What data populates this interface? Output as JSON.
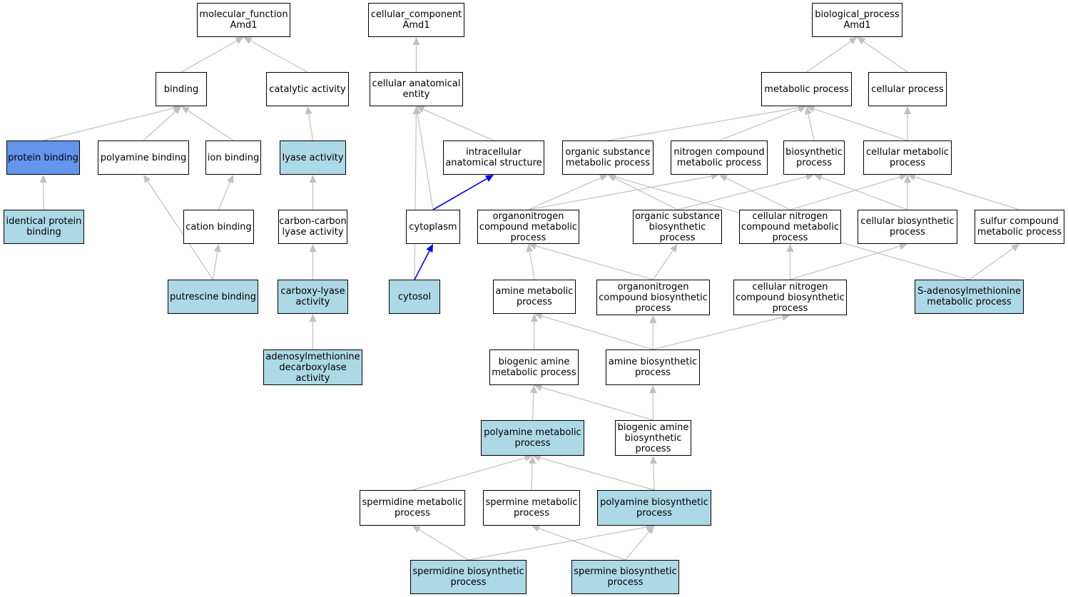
{
  "colors": {
    "plain": "#ffffff",
    "annotated": "#add8e6",
    "highlight": "#6495ed",
    "edge_default": "#c0c0c0",
    "edge_part_of": "#0000ff"
  },
  "nodes": [
    {
      "id": "mf_root",
      "label": "molecular_function\nAmd1",
      "fill": "plain"
    },
    {
      "id": "binding",
      "label": "binding",
      "fill": "plain"
    },
    {
      "id": "catalytic",
      "label": "catalytic activity",
      "fill": "plain"
    },
    {
      "id": "protein_binding",
      "label": "protein binding",
      "fill": "highlight"
    },
    {
      "id": "polyamine_binding",
      "label": "polyamine binding",
      "fill": "plain"
    },
    {
      "id": "ion_binding",
      "label": "ion binding",
      "fill": "plain"
    },
    {
      "id": "lyase",
      "label": "lyase activity",
      "fill": "annotated"
    },
    {
      "id": "identical_protein",
      "label": "identical protein\nbinding",
      "fill": "annotated"
    },
    {
      "id": "cation_binding",
      "label": "cation binding",
      "fill": "plain"
    },
    {
      "id": "cc_lyase",
      "label": "carbon-carbon\nlyase activity",
      "fill": "plain"
    },
    {
      "id": "putrescine_binding",
      "label": "putrescine binding",
      "fill": "annotated"
    },
    {
      "id": "carboxy_lyase",
      "label": "carboxy-lyase\nactivity",
      "fill": "annotated"
    },
    {
      "id": "adomet_decarb",
      "label": "adenosylmethionine\ndecarboxylase\nactivity",
      "fill": "annotated"
    },
    {
      "id": "cc_root",
      "label": "cellular_component\nAmd1",
      "fill": "plain"
    },
    {
      "id": "cae",
      "label": "cellular anatomical\nentity",
      "fill": "plain"
    },
    {
      "id": "ias",
      "label": "intracellular\nanatomical structure",
      "fill": "plain"
    },
    {
      "id": "cytoplasm",
      "label": "cytoplasm",
      "fill": "plain"
    },
    {
      "id": "cytosol",
      "label": "cytosol",
      "fill": "annotated"
    },
    {
      "id": "bp_root",
      "label": "biological_process\nAmd1",
      "fill": "plain"
    },
    {
      "id": "metabolic",
      "label": "metabolic process",
      "fill": "plain"
    },
    {
      "id": "cellular",
      "label": "cellular process",
      "fill": "plain"
    },
    {
      "id": "osmp",
      "label": "organic substance\nmetabolic process",
      "fill": "plain"
    },
    {
      "id": "ncmp",
      "label": "nitrogen compound\nmetabolic process",
      "fill": "plain"
    },
    {
      "id": "biosynthetic",
      "label": "biosynthetic\nprocess",
      "fill": "plain"
    },
    {
      "id": "cmp",
      "label": "cellular metabolic\nprocess",
      "fill": "plain"
    },
    {
      "id": "oncmp",
      "label": "organonitrogen\ncompound metabolic\nprocess",
      "fill": "plain"
    },
    {
      "id": "osbp",
      "label": "organic substance\nbiosynthetic\nprocess",
      "fill": "plain"
    },
    {
      "id": "cncmp",
      "label": "cellular nitrogen\ncompound metabolic\nprocess",
      "fill": "plain"
    },
    {
      "id": "cbp",
      "label": "cellular biosynthetic\nprocess",
      "fill": "plain"
    },
    {
      "id": "scmp",
      "label": "sulfur compound\nmetabolic process",
      "fill": "plain"
    },
    {
      "id": "amp",
      "label": "amine metabolic\nprocess",
      "fill": "plain"
    },
    {
      "id": "oncbp",
      "label": "organonitrogen\ncompound biosynthetic\nprocess",
      "fill": "plain"
    },
    {
      "id": "cncbp",
      "label": "cellular nitrogen\ncompound biosynthetic\nprocess",
      "fill": "plain"
    },
    {
      "id": "samp",
      "label": "S-adenosylmethionine\nmetabolic process",
      "fill": "annotated"
    },
    {
      "id": "bamp",
      "label": "biogenic amine\nmetabolic process",
      "fill": "plain"
    },
    {
      "id": "abp",
      "label": "amine biosynthetic\nprocess",
      "fill": "plain"
    },
    {
      "id": "pamp",
      "label": "polyamine metabolic\nprocess",
      "fill": "annotated"
    },
    {
      "id": "babp",
      "label": "biogenic amine\nbiosynthetic\nprocess",
      "fill": "plain"
    },
    {
      "id": "sdmp",
      "label": "spermidine metabolic\nprocess",
      "fill": "plain"
    },
    {
      "id": "smp",
      "label": "spermine metabolic\nprocess",
      "fill": "plain"
    },
    {
      "id": "pabp",
      "label": "polyamine biosynthetic\nprocess",
      "fill": "annotated"
    },
    {
      "id": "sdbp",
      "label": "spermidine biosynthetic\nprocess",
      "fill": "annotated"
    },
    {
      "id": "sbp",
      "label": "spermine biosynthetic\nprocess",
      "fill": "annotated"
    }
  ],
  "edges": [
    {
      "from": "binding",
      "to": "mf_root",
      "kind": "is_a"
    },
    {
      "from": "catalytic",
      "to": "mf_root",
      "kind": "is_a"
    },
    {
      "from": "protein_binding",
      "to": "binding",
      "kind": "is_a"
    },
    {
      "from": "polyamine_binding",
      "to": "binding",
      "kind": "is_a"
    },
    {
      "from": "ion_binding",
      "to": "binding",
      "kind": "is_a"
    },
    {
      "from": "lyase",
      "to": "catalytic",
      "kind": "is_a"
    },
    {
      "from": "identical_protein",
      "to": "protein_binding",
      "kind": "is_a"
    },
    {
      "from": "cation_binding",
      "to": "ion_binding",
      "kind": "is_a"
    },
    {
      "from": "cc_lyase",
      "to": "lyase",
      "kind": "is_a"
    },
    {
      "from": "putrescine_binding",
      "to": "polyamine_binding",
      "kind": "is_a"
    },
    {
      "from": "putrescine_binding",
      "to": "cation_binding",
      "kind": "is_a"
    },
    {
      "from": "carboxy_lyase",
      "to": "cc_lyase",
      "kind": "is_a"
    },
    {
      "from": "adomet_decarb",
      "to": "carboxy_lyase",
      "kind": "is_a"
    },
    {
      "from": "cae",
      "to": "cc_root",
      "kind": "is_a"
    },
    {
      "from": "ias",
      "to": "cae",
      "kind": "is_a"
    },
    {
      "from": "cytoplasm",
      "to": "cae",
      "kind": "is_a"
    },
    {
      "from": "cytoplasm",
      "to": "ias",
      "kind": "part_of"
    },
    {
      "from": "cytosol",
      "to": "cae",
      "kind": "is_a"
    },
    {
      "from": "cytosol",
      "to": "cytoplasm",
      "kind": "part_of"
    },
    {
      "from": "metabolic",
      "to": "bp_root",
      "kind": "is_a"
    },
    {
      "from": "cellular",
      "to": "bp_root",
      "kind": "is_a"
    },
    {
      "from": "osmp",
      "to": "metabolic",
      "kind": "is_a"
    },
    {
      "from": "ncmp",
      "to": "metabolic",
      "kind": "is_a"
    },
    {
      "from": "biosynthetic",
      "to": "metabolic",
      "kind": "is_a"
    },
    {
      "from": "cmp",
      "to": "metabolic",
      "kind": "is_a"
    },
    {
      "from": "cmp",
      "to": "cellular",
      "kind": "is_a"
    },
    {
      "from": "oncmp",
      "to": "osmp",
      "kind": "is_a"
    },
    {
      "from": "oncmp",
      "to": "ncmp",
      "kind": "is_a"
    },
    {
      "from": "osbp",
      "to": "osmp",
      "kind": "is_a"
    },
    {
      "from": "osbp",
      "to": "biosynthetic",
      "kind": "is_a"
    },
    {
      "from": "cncmp",
      "to": "ncmp",
      "kind": "is_a"
    },
    {
      "from": "cncmp",
      "to": "cmp",
      "kind": "is_a"
    },
    {
      "from": "cbp",
      "to": "biosynthetic",
      "kind": "is_a"
    },
    {
      "from": "cbp",
      "to": "cmp",
      "kind": "is_a"
    },
    {
      "from": "scmp",
      "to": "cmp",
      "kind": "is_a"
    },
    {
      "from": "amp",
      "to": "oncmp",
      "kind": "is_a"
    },
    {
      "from": "oncbp",
      "to": "oncmp",
      "kind": "is_a"
    },
    {
      "from": "oncbp",
      "to": "osbp",
      "kind": "is_a"
    },
    {
      "from": "cncbp",
      "to": "cncmp",
      "kind": "is_a"
    },
    {
      "from": "cncbp",
      "to": "cbp",
      "kind": "is_a"
    },
    {
      "from": "samp",
      "to": "osmp",
      "kind": "is_a"
    },
    {
      "from": "samp",
      "to": "scmp",
      "kind": "is_a"
    },
    {
      "from": "bamp",
      "to": "amp",
      "kind": "is_a"
    },
    {
      "from": "abp",
      "to": "amp",
      "kind": "is_a"
    },
    {
      "from": "abp",
      "to": "oncbp",
      "kind": "is_a"
    },
    {
      "from": "abp",
      "to": "cncbp",
      "kind": "is_a"
    },
    {
      "from": "pamp",
      "to": "bamp",
      "kind": "is_a"
    },
    {
      "from": "babp",
      "to": "bamp",
      "kind": "is_a"
    },
    {
      "from": "babp",
      "to": "abp",
      "kind": "is_a"
    },
    {
      "from": "sdmp",
      "to": "pamp",
      "kind": "is_a"
    },
    {
      "from": "smp",
      "to": "pamp",
      "kind": "is_a"
    },
    {
      "from": "pabp",
      "to": "pamp",
      "kind": "is_a"
    },
    {
      "from": "pabp",
      "to": "babp",
      "kind": "is_a"
    },
    {
      "from": "sdbp",
      "to": "sdmp",
      "kind": "is_a"
    },
    {
      "from": "sdbp",
      "to": "pabp",
      "kind": "is_a"
    },
    {
      "from": "sbp",
      "to": "smp",
      "kind": "is_a"
    },
    {
      "from": "sbp",
      "to": "pabp",
      "kind": "is_a"
    }
  ]
}
